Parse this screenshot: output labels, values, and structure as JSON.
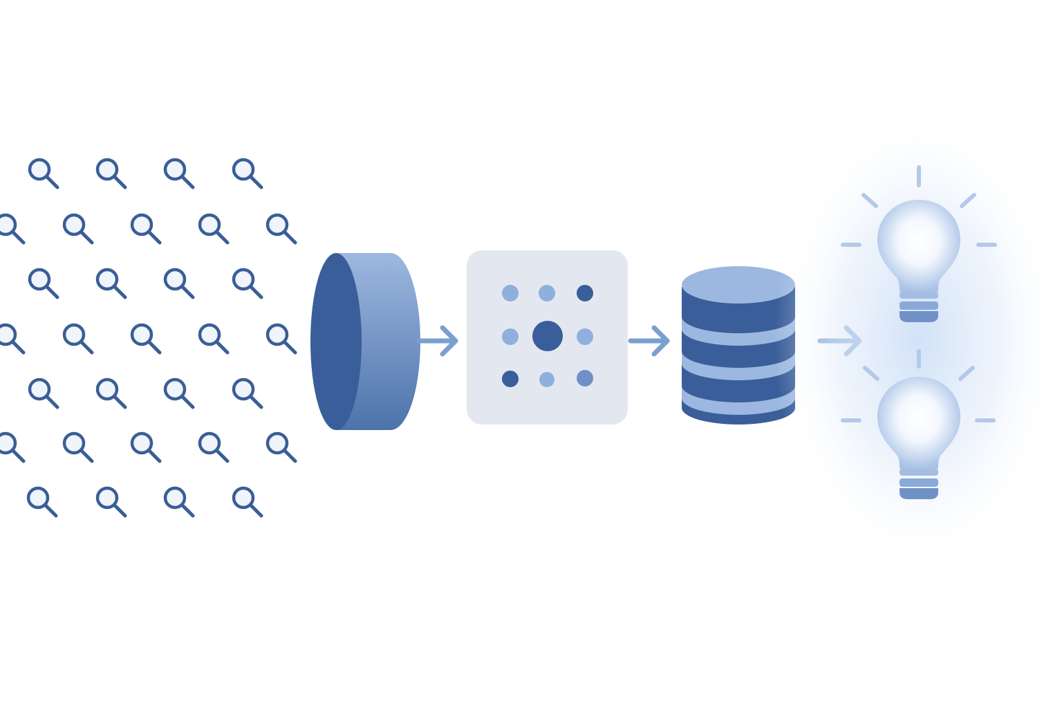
{
  "colors": {
    "background": "#ffffff",
    "icon_stroke": "#3a5e96",
    "icon_fill": "#f0f5fb",
    "arrow": "#7aa0d0",
    "dark_blue": "#3a5e9a",
    "mid_blue": "#6e90c6",
    "light_blue": "#a6c0e4",
    "panel": "#e3e8f0",
    "bulb_glow": "#cfe0f7",
    "bulb_ray": "#b4c9e8",
    "bulb_base": "#6f91c6"
  },
  "diagram": {
    "stages": [
      {
        "id": "queries",
        "icon": "magnifier-icon",
        "rows": 7
      },
      {
        "id": "filter",
        "icon": "capsule-icon"
      },
      {
        "id": "clustering",
        "icon": "dot-grid-icon",
        "dot_count": 9
      },
      {
        "id": "storage",
        "icon": "database-icon",
        "layers": 3
      },
      {
        "id": "insights",
        "icon": "lightbulb-icon",
        "count": 2
      }
    ],
    "connectors": [
      "arrow-right-icon",
      "arrow-right-icon",
      "arrow-right-icon"
    ]
  }
}
